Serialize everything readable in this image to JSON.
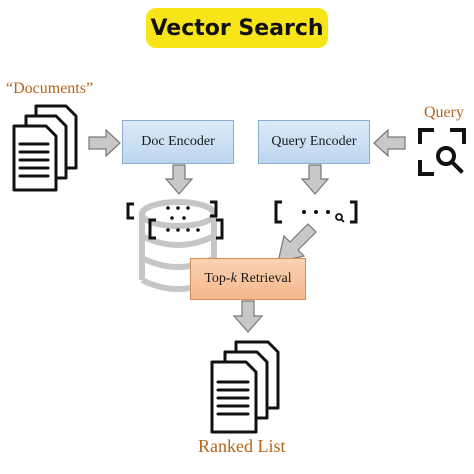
{
  "title": "Vector Search",
  "labels": {
    "documents": "“Documents”",
    "query": "Query",
    "ranked_list": "Ranked List"
  },
  "boxes": {
    "doc_encoder": "Doc Encoder",
    "query_encoder": "Query Encoder",
    "topk_prefix": "Top-",
    "topk_k": "k",
    "topk_suffix": " Retrieval"
  },
  "colors": {
    "title_bg": "#f7e51a",
    "orange_text": "#b5651d",
    "encoder_box": "#c9def3",
    "retrieval_box": "#f8c29d",
    "arrow_gray": "#c8c8c8"
  },
  "icons": [
    "document-stack-icon",
    "search-viewfinder-icon",
    "database-icon",
    "document-stack-icon"
  ]
}
